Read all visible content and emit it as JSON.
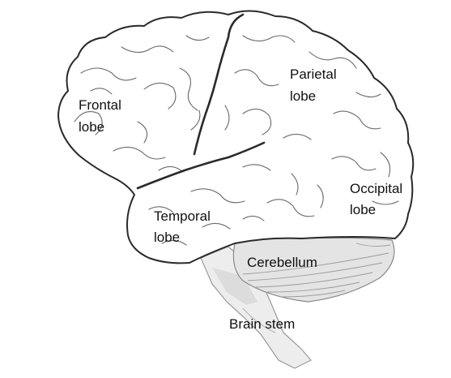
{
  "labels": {
    "frontal_line1": "Frontal",
    "frontal_line2": "lobe",
    "parietal_line1": "Parietal",
    "parietal_line2": "lobe",
    "occipital_line1": "Occipital",
    "occipital_line2": "lobe",
    "temporal_line1": "Temporal",
    "temporal_line2": "lobe",
    "cerebellum": "Cerebellum",
    "brain_stem": "Brain stem"
  },
  "colors": {
    "outline": "#2a2a2a",
    "fill": "#ffffff",
    "cerebellum_fill": "#e4e4e4",
    "stem_fill": "#ededed",
    "fold_lines": "#6a6a6a",
    "text": "#111111"
  }
}
